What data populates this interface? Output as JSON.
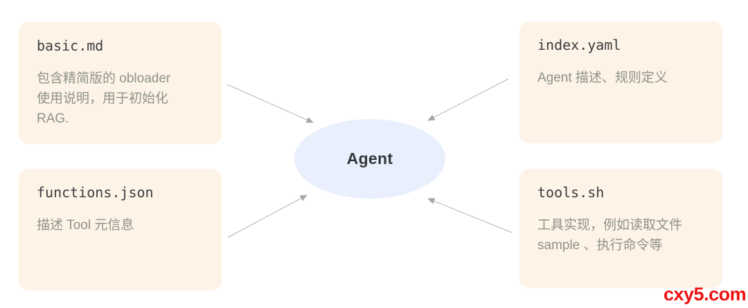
{
  "diagram": {
    "center": {
      "label": "Agent"
    },
    "nodes": [
      {
        "id": "basic-md",
        "title": "basic.md",
        "description": "包含精简版的 obloader\n使用说明，用于初始化\nRAG."
      },
      {
        "id": "index-yaml",
        "title": "index.yaml",
        "description": "Agent 描述、规则定义"
      },
      {
        "id": "functions-json",
        "title": "functions.json",
        "description": "描述 Tool 元信息"
      },
      {
        "id": "tools-sh",
        "title": "tools.sh",
        "description": "工具实现，例如读取文件\nsample 、执行命令等"
      }
    ],
    "colors": {
      "card_background": "#fdf3e6",
      "ellipse_background": "#e9effc",
      "title_text": "#3a3d40",
      "description_text": "#8f928a",
      "arrow": "#b3b3b3",
      "watermark": "#ee1111"
    }
  },
  "watermark": {
    "text": "cxy5.com"
  }
}
